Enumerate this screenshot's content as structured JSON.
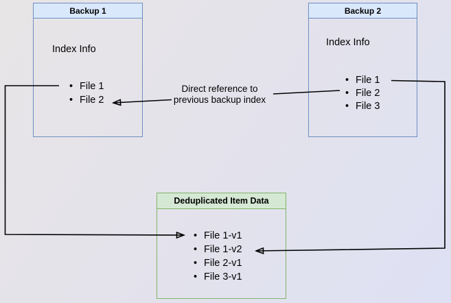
{
  "diagram": {
    "backup1": {
      "title": "Backup 1",
      "body_label": "Index Info",
      "items": [
        "File 1",
        "File 2"
      ]
    },
    "backup2": {
      "title": "Backup 2",
      "body_label": "Index Info",
      "items": [
        "File 1",
        "File 2",
        "File 3"
      ]
    },
    "dedup": {
      "title": "Deduplicated Item Data",
      "items": [
        "File 1-v1",
        "File 1-v2",
        "File 2-v1",
        "File 3-v1"
      ]
    },
    "annotation": {
      "line1": "Direct reference to",
      "line2": "previous backup index"
    },
    "colors": {
      "blue_border": "#6c8ebf",
      "blue_header_fill": "#dae8fc",
      "green_border": "#82b366",
      "green_header_fill": "#d5e8d4",
      "arrow": "#000000",
      "background_start": "#e8e5e6",
      "background_end": "#dee1f4"
    }
  }
}
